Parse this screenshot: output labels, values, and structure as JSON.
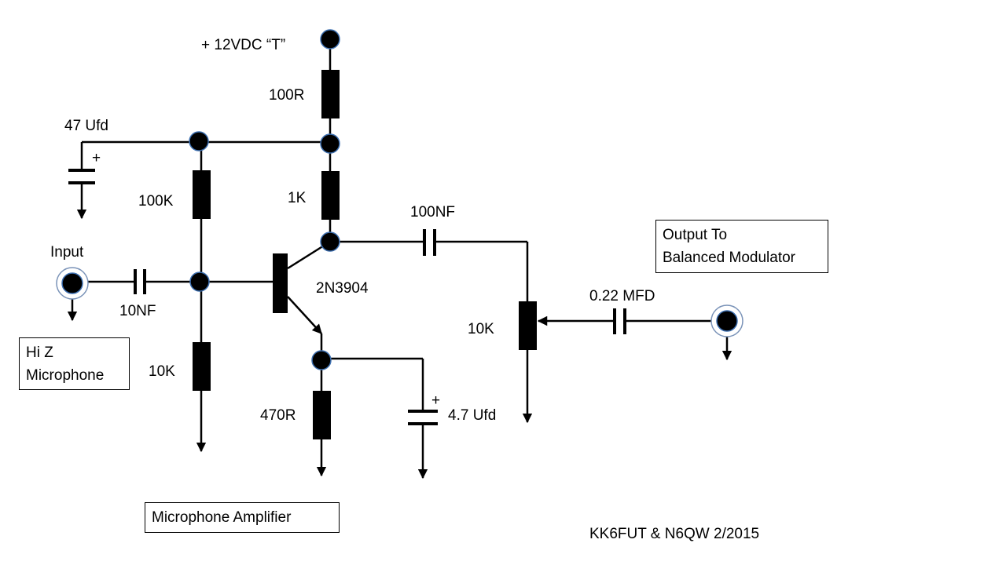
{
  "labels": {
    "supply": "+ 12VDC “T”",
    "r_top": "100R",
    "c_bypass": "47 Ufd",
    "r_bias_top": "100K",
    "r_collector": "1K",
    "c_output": "100NF",
    "input": "Input",
    "c_input": "10NF",
    "transistor": "2N3904",
    "r_bias_bottom": "10K",
    "r_emitter": "470R",
    "c_emitter": "4.7 Ufd",
    "pot": "10K",
    "c_out2": "0.22 MFD",
    "plus": "+",
    "credit": "KK6FUT & N6QW 2/2015"
  },
  "boxes": {
    "microphone_line1": "Hi Z",
    "microphone_line2": "Microphone",
    "output_line1": "Output To",
    "output_line2": "Balanced Modulator",
    "title": "Microphone Amplifier"
  }
}
